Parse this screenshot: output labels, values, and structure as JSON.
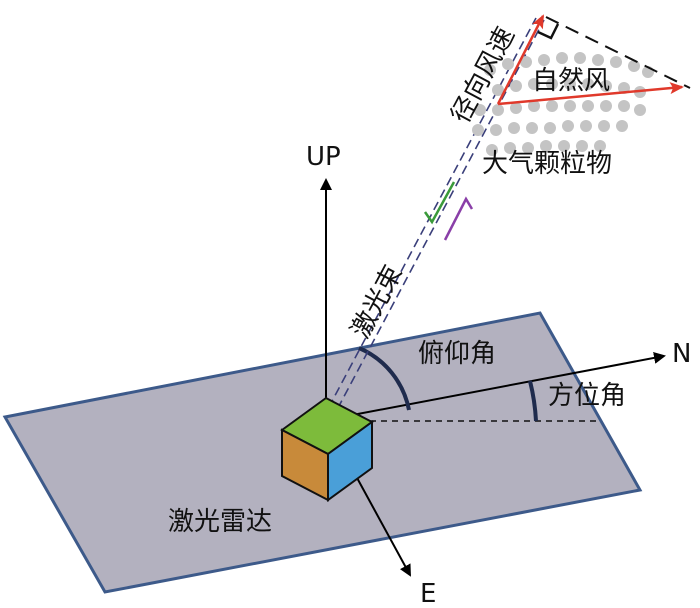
{
  "labels": {
    "up": "UP",
    "north": "N",
    "east": "E",
    "elevation_angle": "俯仰角",
    "azimuth_angle": "方位角",
    "laser_beam": "激光束",
    "radial_wind": "径向风速",
    "natural_wind": "自然风",
    "particles": "大气颗粒物",
    "lidar": "激光雷达"
  },
  "colors": {
    "ground_fill": "#b3b1bf",
    "ground_stroke": "#3d5a8a",
    "cube_top": "#7dbb3b",
    "cube_left": "#c88a3a",
    "cube_right": "#4a9fd8",
    "angle_arc": "#1f2b4d",
    "beam_line": "#3a3f7a",
    "arrow_green": "#3a9a3a",
    "arrow_purple": "#8a3fa8",
    "wind_arrow": "#e0392b",
    "particle_dot": "#c4c4c4"
  }
}
